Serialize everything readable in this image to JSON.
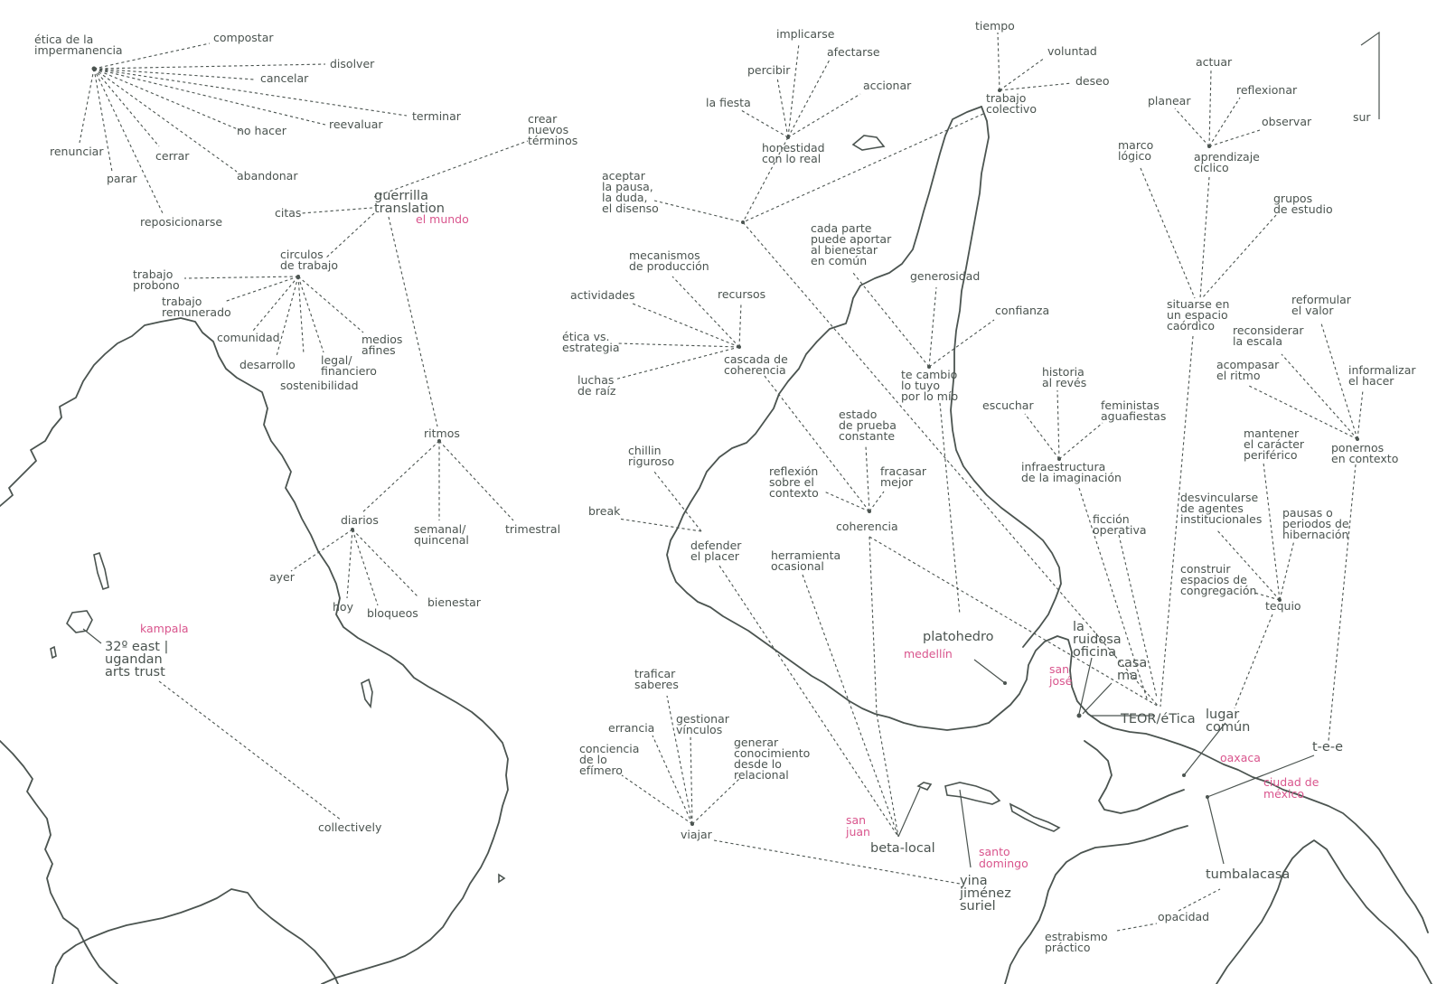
{
  "colors": {
    "ink": "#4b5450",
    "place": "#d9558d",
    "background": "#ffffff"
  },
  "compass": {
    "label": "sur"
  },
  "places": {
    "kampala": "kampala",
    "el_mundo": "el mundo",
    "medellin": "medellín",
    "san_jose": [
      "san",
      "josé"
    ],
    "oaxaca": "oaxaca",
    "ciudad_de_mexico": [
      "ciudad de",
      "méxico"
    ],
    "san_juan": [
      "san",
      "juan"
    ],
    "santo_domingo": [
      "santo",
      "domingo"
    ]
  },
  "nodes": {
    "etica_impermanencia": [
      "ética de la",
      "impermanencia"
    ],
    "compostar": [
      "compostar"
    ],
    "disolver": [
      "disolver"
    ],
    "cancelar": [
      "cancelar"
    ],
    "terminar": [
      "terminar"
    ],
    "reevaluar": [
      "reevaluar"
    ],
    "no_hacer": [
      "no hacer"
    ],
    "renunciar": [
      "renunciar"
    ],
    "cerrar": [
      "cerrar"
    ],
    "parar": [
      "parar"
    ],
    "abandonar": [
      "abandonar"
    ],
    "reposicionarse": [
      "reposicionarse"
    ],
    "crear_terminos": [
      "crear",
      "nuevos",
      "términos"
    ],
    "guerrilla": [
      "guerrilla",
      "translation"
    ],
    "citas": [
      "citas"
    ],
    "circulos": [
      "circulos",
      "de trabajo"
    ],
    "probono": [
      "trabajo",
      "probono"
    ],
    "remunerado": [
      "trabajo",
      "remunerado"
    ],
    "comunidad": [
      "comunidad"
    ],
    "desarrollo": [
      "desarrollo"
    ],
    "legal": [
      "legal/",
      "financiero"
    ],
    "sostenibilidad": [
      "sostenibilidad"
    ],
    "medios": [
      "medios",
      "afines"
    ],
    "ritmos": [
      "ritmos"
    ],
    "diarios": [
      "diarios"
    ],
    "semanal": [
      "semanal/",
      "quincenal"
    ],
    "trimestral": [
      "trimestral"
    ],
    "ayer": [
      "ayer"
    ],
    "hoy": [
      "hoy"
    ],
    "bloqueos": [
      "bloqueos"
    ],
    "bienestar": [
      "bienestar"
    ],
    "east32": [
      "32º east |",
      "ugandan",
      "arts trust"
    ],
    "collectively": [
      "collectively"
    ],
    "implicarse": [
      "implicarse"
    ],
    "afectarse": [
      "afectarse"
    ],
    "percibir": [
      "percibir"
    ],
    "accionar": [
      "accionar"
    ],
    "la_fiesta": [
      "la fiesta"
    ],
    "honestidad": [
      "honestidad",
      "con lo real"
    ],
    "tiempo": [
      "tiempo"
    ],
    "voluntad": [
      "voluntad"
    ],
    "deseo": [
      "deseo"
    ],
    "trabajo_colectivo": [
      "trabajo",
      "colectivo"
    ],
    "aceptar": [
      "aceptar",
      "la pausa,",
      "la duda,",
      "el disenso"
    ],
    "mecanismos": [
      "mecanismos",
      "de producción"
    ],
    "actividades": [
      "actividades"
    ],
    "recursos": [
      "recursos"
    ],
    "etica_estrategia": [
      "ética vs.",
      "estrategia"
    ],
    "cascada": [
      "cascada de",
      "coherencia"
    ],
    "luchas": [
      "luchas",
      "de raíz"
    ],
    "cada_parte": [
      "cada parte",
      "puede aportar",
      "al bienestar",
      "en común"
    ],
    "generosidad": [
      "generosidad"
    ],
    "confianza": [
      "confianza"
    ],
    "te_cambio": [
      "te cambio",
      "lo tuyo",
      "por lo mío"
    ],
    "estado_prueba": [
      "estado",
      "de prueba",
      "constante"
    ],
    "reflexion": [
      "reflexión",
      "sobre el",
      "contexto"
    ],
    "fracasar": [
      "fracasar",
      "mejor"
    ],
    "coherencia": [
      "coherencia"
    ],
    "chillin": [
      "chillin",
      "riguroso"
    ],
    "break": [
      "break"
    ],
    "defender": [
      "defender",
      "el placer"
    ],
    "herramienta": [
      "herramienta",
      "ocasional"
    ],
    "platohedro": [
      "platohedro"
    ],
    "traficar": [
      "traficar",
      "saberes"
    ],
    "errancia": [
      "errancia"
    ],
    "gestionar": [
      "gestionar",
      "vínculos"
    ],
    "conciencia": [
      "conciencia",
      "de lo",
      "efímero"
    ],
    "generar": [
      "generar",
      "conocimiento",
      "desde lo",
      "relacional"
    ],
    "viajar": [
      "viajar"
    ],
    "beta_local": [
      "beta-local"
    ],
    "yina": [
      "yina",
      "jiménez",
      "suriel"
    ],
    "ruidosa": [
      "la",
      "ruidosa",
      "oficina"
    ],
    "casa_ma": [
      "casa",
      "ma"
    ],
    "teoretica": [
      "TEOR/éTica"
    ],
    "historia": [
      "historia",
      "al revés"
    ],
    "escuchar": [
      "escuchar"
    ],
    "feministas": [
      "feministas",
      "aguafiestas"
    ],
    "infraestructura": [
      "infraestructura",
      "de la imaginación"
    ],
    "ficcion": [
      "ficción",
      "operativa"
    ],
    "actuar": [
      "actuar"
    ],
    "planear": [
      "planear"
    ],
    "reflexionar": [
      "reflexionar"
    ],
    "observar": [
      "observar"
    ],
    "marco": [
      "marco",
      "lógico"
    ],
    "aprendizaje": [
      "aprendizaje",
      "cíclico"
    ],
    "grupos": [
      "grupos",
      "de estudio"
    ],
    "situarse": [
      "situarse en",
      "un espacio",
      "caórdico"
    ],
    "reformular": [
      "reformular",
      "el valor"
    ],
    "reconsiderar": [
      "reconsiderar",
      "la escala"
    ],
    "acompasar": [
      "acompasar",
      "el ritmo"
    ],
    "informalizar": [
      "informalizar",
      "el hacer"
    ],
    "mantener": [
      "mantener",
      "el carácter",
      "periférico"
    ],
    "ponernos": [
      "ponernos",
      "en contexto"
    ],
    "desvincularse": [
      "desvincularse",
      "de agentes",
      "institucionales"
    ],
    "pausas": [
      "pausas o",
      "periodos de",
      "hibernación"
    ],
    "construir": [
      "construir",
      "espacios de",
      "congregación"
    ],
    "tequio": [
      "tequio"
    ],
    "lugar_comun": [
      "lugar",
      "común"
    ],
    "tee": [
      "t-e-e"
    ],
    "tumbalacasa": [
      "tumbalacasa"
    ],
    "opacidad": [
      "opacidad"
    ],
    "estrabismo": [
      "estrabismo",
      "práctico"
    ]
  }
}
